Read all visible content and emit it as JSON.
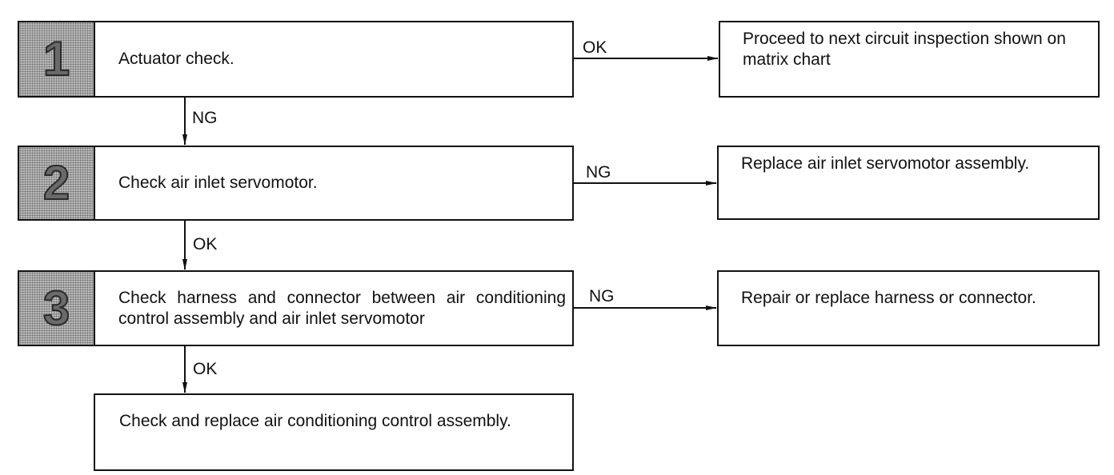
{
  "steps": [
    {
      "number": "1",
      "text": "Actuator check."
    },
    {
      "number": "2",
      "text": "Check air inlet servomotor."
    },
    {
      "number": "3",
      "text": "Check harness and connector between air conditioning control assembly and air inlet servomotor"
    }
  ],
  "results": [
    {
      "condition": "OK",
      "text": "Proceed to next circuit inspection shown on matrix chart"
    },
    {
      "condition": "NG",
      "text": "Replace air inlet servomotor assembly."
    },
    {
      "condition": "NG",
      "text": "Repair or replace harness or connector."
    }
  ],
  "transitions": [
    {
      "condition": "NG"
    },
    {
      "condition": "OK"
    },
    {
      "condition": "OK"
    }
  ],
  "final": {
    "text": "Check and replace air conditioning control assembly."
  }
}
